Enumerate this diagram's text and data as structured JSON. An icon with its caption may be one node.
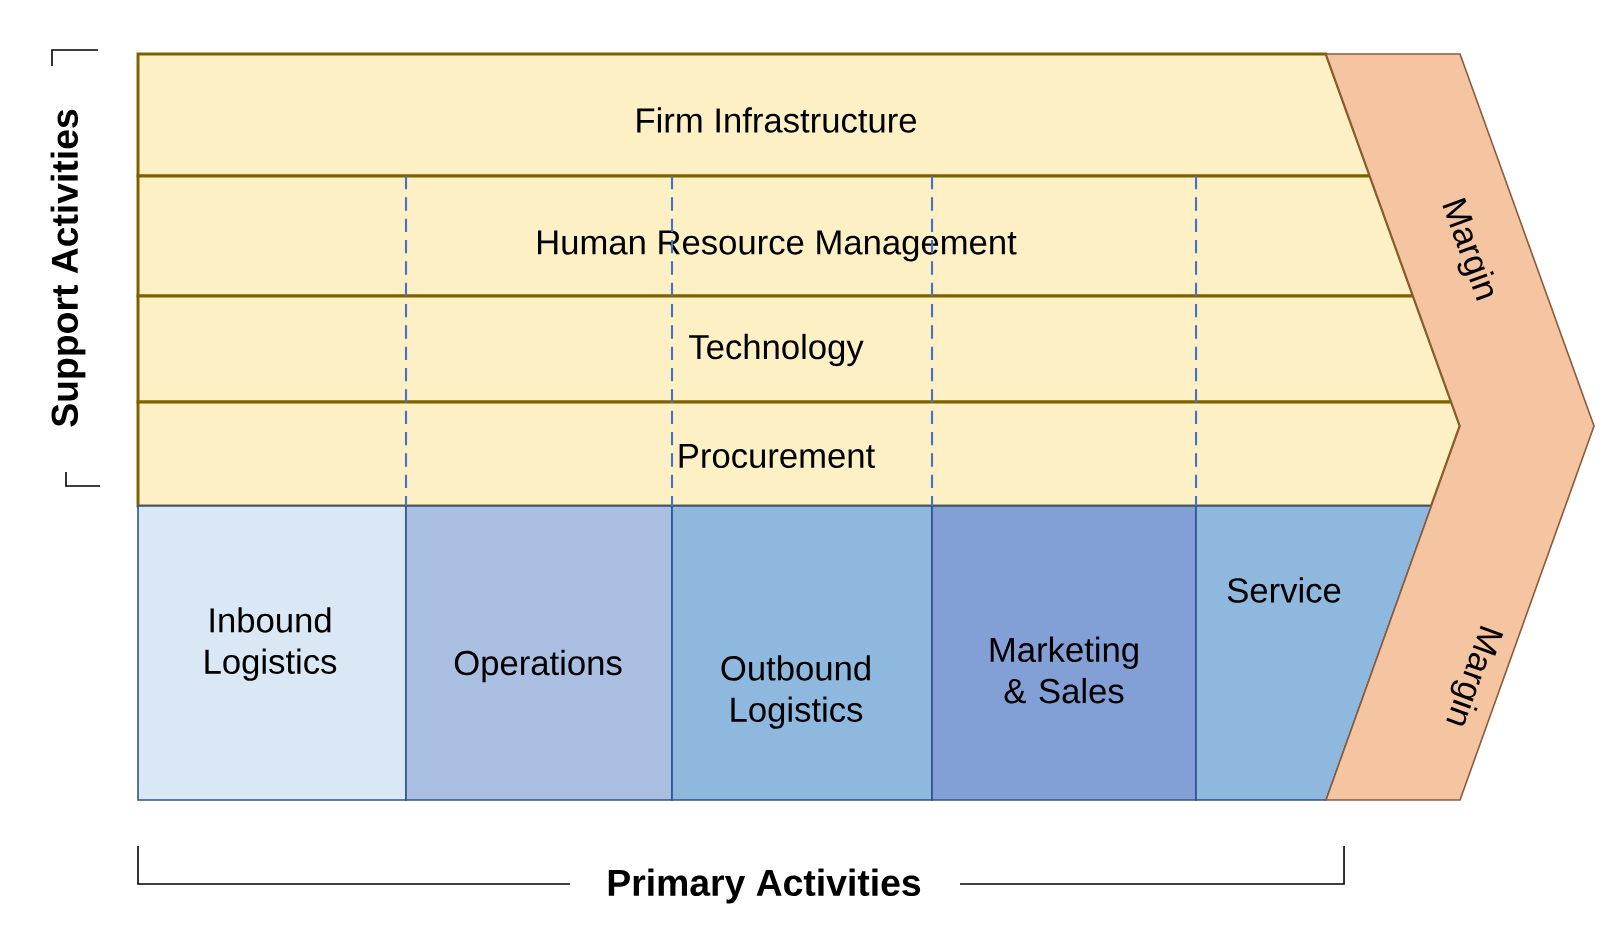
{
  "diagram": {
    "nodes": [
      {
        "text": [
          "Firm Infrastructure"
        ]
      },
      {
        "text": [
          "Human Resource Management"
        ]
      },
      {
        "text": [
          "Technology"
        ]
      },
      {
        "text": [
          "Procurement"
        ]
      },
      {
        "text": [
          "Inbound Logistics"
        ]
      },
      {
        "text": [
          "Operations"
        ]
      },
      {
        "text": [
          "Outbound Logistics"
        ]
      },
      {
        "text": [
          "Marketing & Sales"
        ]
      },
      {
        "text": [
          "Service"
        ]
      },
      {
        "text": [
          "Margin",
          "Margin"
        ]
      }
    ],
    "edges": [],
    "labels": [
      "Support  Activities",
      "Primary Activities"
    ]
  }
}
